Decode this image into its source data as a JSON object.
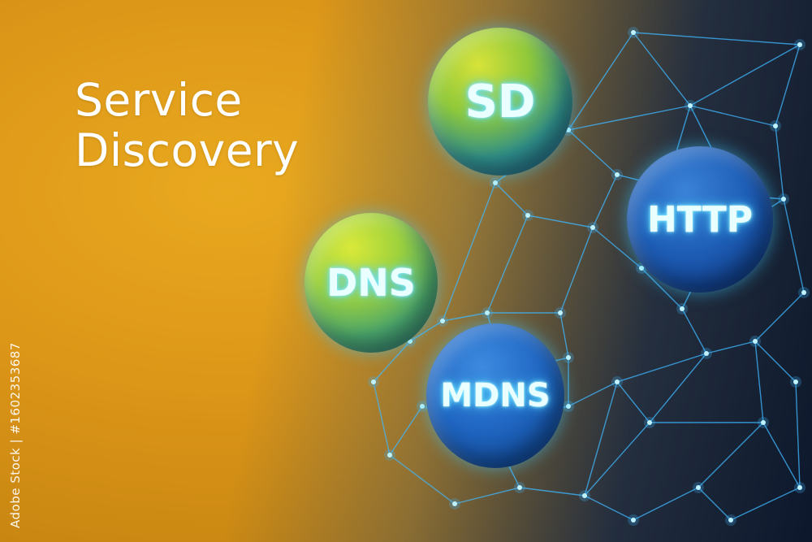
{
  "title": {
    "line1": "Service",
    "line2": "Discovery"
  },
  "spheres": {
    "sd": "SD",
    "http": "HTTP",
    "dns": "DNS",
    "mdns": "MDNS"
  },
  "watermark": "Adobe Stock | #1602353687",
  "colors": {
    "background": "#dc9618",
    "network_line": "#3fb8ff",
    "node_glow": "#7fe4ff",
    "label_glow": "#7fe9ff"
  }
}
